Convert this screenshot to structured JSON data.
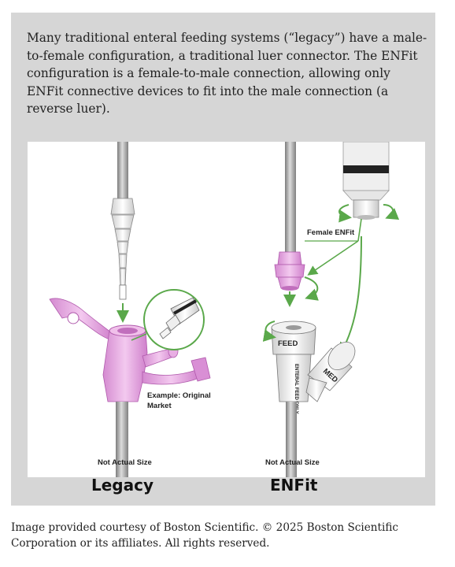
{
  "intro_text": "Many traditional enteral feeding systems (“legacy”) have a male-to-female configuration, a traditional luer connector. The ENFit configuration is a female-to-male connection, allowing only ENFit connective devices to fit into the male connection (a reverse luer).",
  "figure": {
    "example_label_line1": "Example: Original",
    "example_label_line2": "Market",
    "female_enfit_label": "Female ENFit",
    "feed_label": "FEED",
    "med_label": "MED",
    "enteral_label": "ENTERAL FEED ONLY",
    "not_actual_size_left": "Not Actual Size",
    "not_actual_size_right": "Not Actual Size"
  },
  "labels": {
    "legacy": "Legacy",
    "enfit": "ENFit"
  },
  "credit": "Image provided courtesy of Boston Scientific. © 2025 Boston Scientific Corporation or its affiliates. All rights reserved.",
  "colors": {
    "panel": "#d6d6d6",
    "pink": "#e7a6df",
    "pink_dark": "#c170bd",
    "arrow_green": "#5aa84a"
  }
}
